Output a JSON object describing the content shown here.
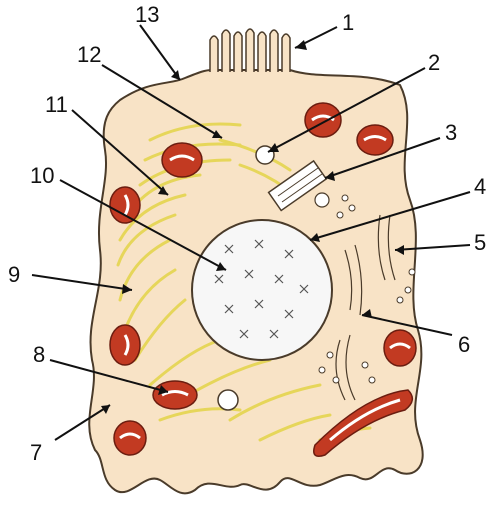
{
  "labels": [
    {
      "id": "1",
      "text": "1"
    },
    {
      "id": "2",
      "text": "2"
    },
    {
      "id": "3",
      "text": "3"
    },
    {
      "id": "4",
      "text": "4"
    },
    {
      "id": "5",
      "text": "5"
    },
    {
      "id": "6",
      "text": "6"
    },
    {
      "id": "7",
      "text": "7"
    },
    {
      "id": "8",
      "text": "8"
    },
    {
      "id": "9",
      "text": "9"
    },
    {
      "id": "10",
      "text": "10"
    },
    {
      "id": "11",
      "text": "11"
    },
    {
      "id": "12",
      "text": "12"
    },
    {
      "id": "13",
      "text": "13"
    }
  ],
  "colors": {
    "cytoplasm": "#f8e3c6",
    "outline": "#4a3b2a",
    "er": "#e6d65a",
    "mito_outer": "#c23a22",
    "mito_inner": "#ffffff",
    "nucleus": "#f7f7f7",
    "leader": "#111111"
  }
}
